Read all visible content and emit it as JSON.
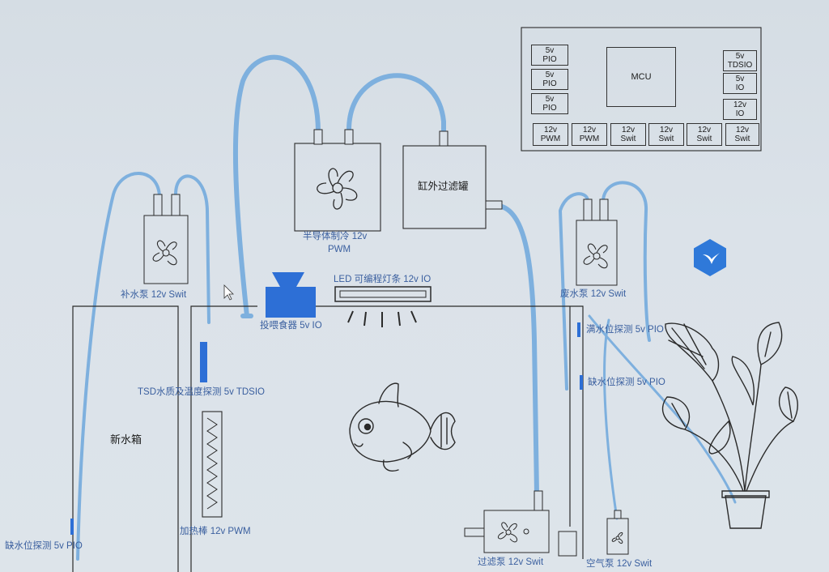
{
  "mcu_panel": {
    "mcu_label": "MCU",
    "left_ports": [
      {
        "line1": "5v",
        "line2": "PIO"
      },
      {
        "line1": "5v",
        "line2": "PIO"
      },
      {
        "line1": "5v",
        "line2": "PIO"
      }
    ],
    "right_ports": [
      {
        "line1": "5v",
        "line2": "TDSIO"
      },
      {
        "line1": "5v",
        "line2": "IO"
      },
      {
        "line1": "12v",
        "line2": "IO"
      }
    ],
    "bottom_ports": [
      {
        "line1": "12v",
        "line2": "PWM"
      },
      {
        "line1": "12v",
        "line2": "PWM"
      },
      {
        "line1": "12v",
        "line2": "Swit"
      },
      {
        "line1": "12v",
        "line2": "Swit"
      },
      {
        "line1": "12v",
        "line2": "Swit"
      },
      {
        "line1": "12v",
        "line2": "Swit"
      }
    ]
  },
  "components": {
    "semiconductor_cooler": {
      "line1": "半导体制冷 12v",
      "line2": "PWM"
    },
    "infrared_filter": "缸外过滤罐",
    "refill_pump": "补水泵 12v Swit",
    "waste_pump": "废水泵 12v Swit",
    "feeder": "投喂食器 5v IO",
    "led_strip": "LED 可编程灯条 12v IO",
    "full_level_probe": "满水位探测 5v PIO",
    "low_level_probe_tank": "缺水位探测 5v PIO",
    "tds_probe": "TSD水质及温度探测 5v TDSIO",
    "new_water_tank": "新水箱",
    "heater": "加热棒 12v PWM",
    "low_level_probe_newtank": "缺水位探测 5v PIO",
    "filter_pump": "过滤泵 12v Swit",
    "air_pump": "空气泵 12v Swit"
  },
  "colors": {
    "tube": "#7eb0de",
    "probe": "#2d6fd6",
    "label_blue": "#3a5f9f",
    "line": "#2a2a2a"
  }
}
